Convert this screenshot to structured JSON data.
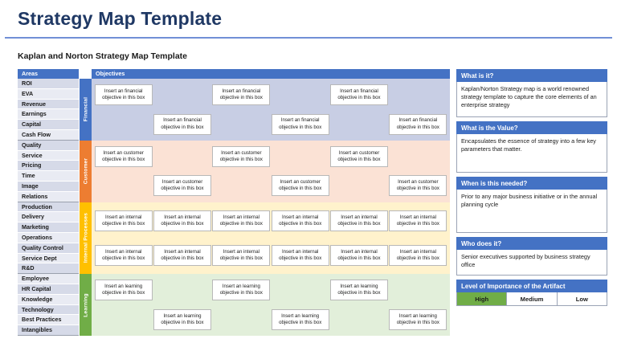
{
  "title": "Strategy Map Template",
  "subtitle": "Kaplan and Norton Strategy Map Template",
  "table": {
    "header_areas": "Areas",
    "header_objectives": "Objectives",
    "bands": [
      {
        "perspective": "Financial",
        "areas": [
          "ROI",
          "EVA",
          "Revenue",
          "Earnings",
          "Capital",
          "Cash Flow"
        ],
        "objective_text": "Insert an financial objective in this box",
        "layout": "staggered",
        "rows": 2,
        "boxes_per_row": 3,
        "band_color": "#C8CEE4",
        "label_color": "#4472C4"
      },
      {
        "perspective": "Customer",
        "areas": [
          "Quality",
          "Service",
          "Pricing",
          "Time",
          "Image",
          "Relations"
        ],
        "objective_text": "Insert an customer objective in this box",
        "layout": "staggered",
        "rows": 2,
        "boxes_per_row": 3,
        "band_color": "#FBE2D5",
        "label_color": "#ED7D31"
      },
      {
        "perspective": "Internal Processes",
        "areas": [
          "Production",
          "Delivery",
          "Marketing",
          "Operations",
          "Quality Control",
          "Service Dept",
          "R&D"
        ],
        "objective_text": "Insert an internal objective in this box",
        "layout": "grid",
        "rows": 2,
        "boxes_per_row": 6,
        "band_color": "#FFF2CC",
        "label_color": "#FFC000"
      },
      {
        "perspective": "Learning",
        "areas": [
          "Employee",
          "HR Capital",
          "Knowledge",
          "Technology",
          "Best Practices",
          "Intangibles"
        ],
        "objective_text": "Insert an learning objective in this box",
        "layout": "staggered",
        "rows": 2,
        "boxes_per_row": 3,
        "band_color": "#E2EFDA",
        "label_color": "#70AD47"
      }
    ]
  },
  "info_panel": {
    "blocks": [
      {
        "heading": "What is it?",
        "body": "Kaplan/Norton Strategy map is a world renowned strategy template to capture the core elements of an enterprise strategy",
        "body_height": 44
      },
      {
        "heading": "What is the Value?",
        "body": "Encapsulates the essence of strategy into a few key parameters that matter.",
        "body_height": 48
      },
      {
        "heading": "When is this needed?",
        "body": "Prior to any major business initiative or in the annual planning cycle",
        "body_height": 54
      },
      {
        "heading": "Who does it?",
        "body": "Senior executives supported by business strategy office",
        "body_height": 32
      }
    ],
    "importance": {
      "heading": "Level of Importance of the Artifact",
      "options": [
        "High",
        "Medium",
        "Low"
      ],
      "selected": "High",
      "selected_color": "#70AD47"
    }
  },
  "colors": {
    "brand_blue": "#4472C4",
    "title_navy": "#1F3864",
    "rule": "#7190D6"
  }
}
